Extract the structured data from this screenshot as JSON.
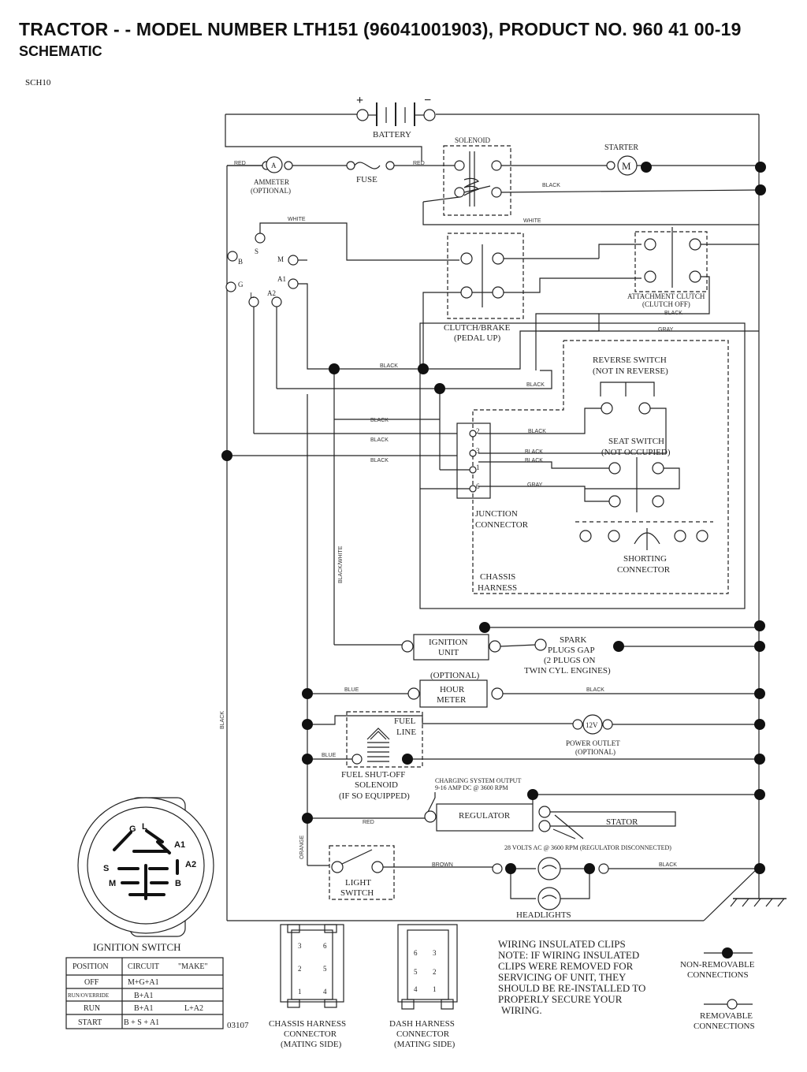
{
  "header": {
    "title": "TRACTOR - - MODEL NUMBER LTH151 (96041001903), PRODUCT NO. 960 41 00-19",
    "subtitle": "SCHEMATIC",
    "code": "SCH10"
  },
  "components": {
    "battery": "BATTERY",
    "battery_plus": "+",
    "battery_minus": "−",
    "solenoid": "SOLENOID",
    "starter": "STARTER",
    "starter_symbol": "M",
    "ammeter_symbol": "A",
    "ammeter": [
      "AMMETER",
      "(OPTIONAL)"
    ],
    "fuse": "FUSE",
    "clutch_brake": [
      "CLUTCH/BRAKE",
      "(PEDAL UP)"
    ],
    "attachment_clutch": [
      "ATTACHMENT CLUTCH",
      "(CLUTCH OFF)"
    ],
    "reverse_switch": [
      "REVERSE SWITCH",
      "(NOT IN REVERSE)"
    ],
    "seat_switch": [
      "SEAT SWITCH",
      "(NOT OCCUPIED)"
    ],
    "junction_connector": [
      "JUNCTION",
      "CONNECTOR"
    ],
    "shorting_connector": [
      "SHORTING",
      "CONNECTOR"
    ],
    "chassis_harness": [
      "CHASSIS",
      "HARNESS"
    ],
    "ignition_unit": [
      "IGNITION",
      "UNIT"
    ],
    "spark_plugs": [
      "SPARK",
      "PLUGS GAP",
      "(2 PLUGS ON",
      "TWIN CYL. ENGINES)"
    ],
    "hour_meter": [
      "(OPTIONAL)",
      "HOUR",
      "METER"
    ],
    "fuel_line": [
      "FUEL",
      "LINE"
    ],
    "power_outlet_symbol": "12V",
    "power_outlet": [
      "POWER OUTLET",
      "(OPTIONAL)"
    ],
    "fuel_solenoid": [
      "FUEL SHUT-OFF",
      "SOLENOID",
      "(IF SO EQUIPPED)"
    ],
    "charging_output": [
      "CHARGING SYSTEM OUTPUT",
      "9-16 AMP DC @ 3600 RPM"
    ],
    "regulator": "REGULATOR",
    "stator": "STATOR",
    "stator_note": "28 VOLTS AC @ 3600 RPM (REGULATOR DISCONNECTED)",
    "light_switch": [
      "LIGHT",
      "SWITCH"
    ],
    "headlights": "HEADLIGHTS",
    "junction_pins": [
      "2",
      "3",
      "1",
      "6"
    ],
    "ign_terminals": [
      "S",
      "M",
      "B",
      "A1",
      "G",
      "L",
      "A2"
    ]
  },
  "wire_colors": {
    "red": "RED",
    "black": "BLACK",
    "white": "WHITE",
    "gray": "GRAY",
    "blue": "BLUE",
    "brown": "BROWN",
    "orange": "ORANGE",
    "black_white": "BLACK/WHITE"
  },
  "ignition_switch": {
    "title": "IGNITION SWITCH",
    "face_labels": [
      "G",
      "L",
      "A1",
      "S",
      "A2",
      "M",
      "B"
    ],
    "headers": [
      "POSITION",
      "CIRCUIT",
      "\"MAKE\""
    ],
    "rows": [
      {
        "position": "OFF",
        "circuit": "M+G+A1",
        "extra": ""
      },
      {
        "position": "RUN/OVERRIDE",
        "circuit": "B+A1",
        "extra": ""
      },
      {
        "position": "RUN",
        "circuit": "B+A1",
        "extra": "L+A2"
      },
      {
        "position": "START",
        "circuit": "B + S + A1",
        "extra": ""
      }
    ]
  },
  "footer": {
    "drawing_number": "03107",
    "chassis_connector": [
      "CHASSIS HARNESS",
      "CONNECTOR",
      "(MATING SIDE)"
    ],
    "dash_connector": [
      "DASH HARNESS",
      "CONNECTOR",
      "(MATING SIDE)"
    ],
    "chassis_pins": [
      "3",
      "6",
      "2",
      "5",
      "1",
      "4"
    ],
    "dash_pins": [
      "6",
      "3",
      "5",
      "2",
      "4",
      "1"
    ],
    "note": [
      "WIRING INSULATED CLIPS",
      "NOTE:  IF WIRING INSULATED",
      "CLIPS WERE REMOVED FOR",
      "SERVICING OF UNIT, THEY",
      "SHOULD BE RE-INSTALLED TO",
      "PROPERLY SECURE YOUR",
      "WIRING."
    ],
    "legend_non_removable": [
      "NON-REMOVABLE",
      "CONNECTIONS"
    ],
    "legend_removable": [
      "REMOVABLE",
      "CONNECTIONS"
    ]
  }
}
